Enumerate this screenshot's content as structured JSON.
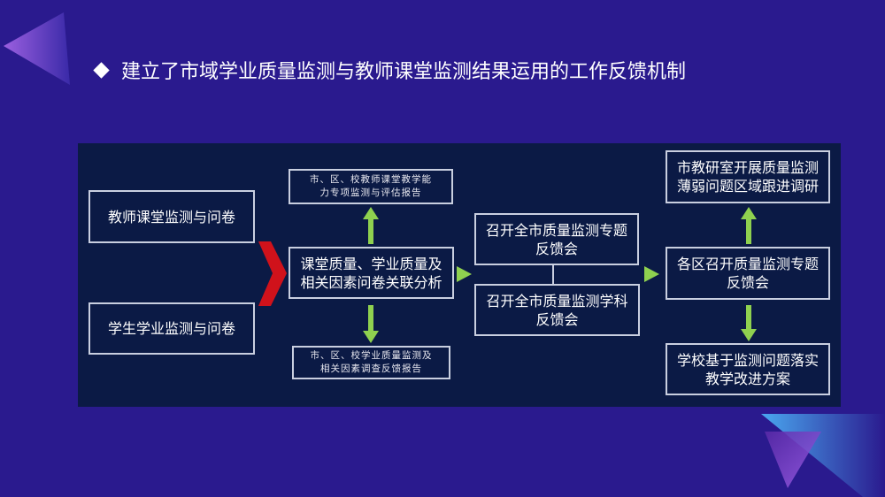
{
  "title": "建立了市域学业质量监测与教师课堂监测结果运用的工作反馈机制",
  "inputs": [
    "教师课堂监测与问卷",
    "学生学业监测与问卷"
  ],
  "analysis": "课堂质量、学业质量及相关因素问卷关联分析",
  "report_top": "市、区、校教师课堂教学能力专项监测与评估报告",
  "report_bottom": "市、区、校学业质量监测及相关因素调查反馈报告",
  "meetings": [
    "召开全市质量监测专题反馈会",
    "召开全市质量监测学科反馈会"
  ],
  "district_meeting": "各区召开质量监测专题反馈会",
  "research": "市教研室开展质量监测薄弱问题区域跟进调研",
  "school_action": "学校基于监测问题落实教学改进方案",
  "colors": {
    "background": "#2a1a8e",
    "panel": "#0b1a45",
    "arrow": "#8fd14f",
    "chevron": "#d0121b"
  }
}
